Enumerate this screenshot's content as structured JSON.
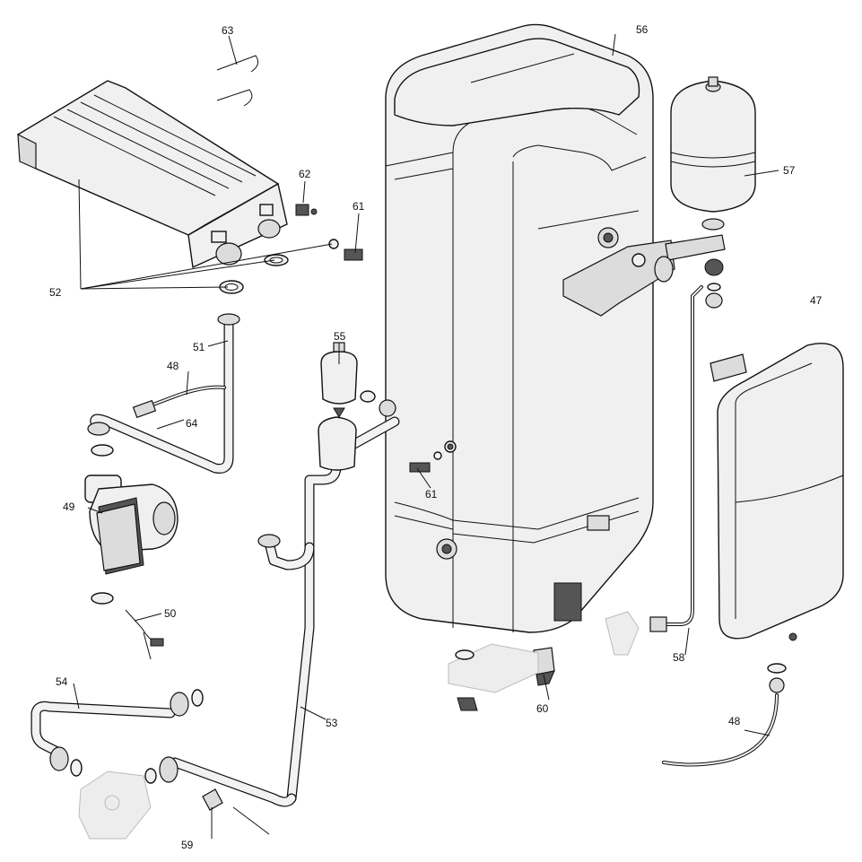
{
  "diagram": {
    "labels": {
      "l47": "47",
      "l48a": "48",
      "l48b": "48",
      "l49": "49",
      "l50": "50",
      "l51": "51",
      "l52": "52",
      "l53": "53",
      "l54": "54",
      "l55": "55",
      "l56": "56",
      "l57": "57",
      "l58": "58",
      "l59": "59",
      "l60": "60",
      "l61a": "61",
      "l61b": "61",
      "l62": "62",
      "l63": "63",
      "l64": "64"
    },
    "tank_badge": "",
    "expansion_vessel_brand": ""
  }
}
